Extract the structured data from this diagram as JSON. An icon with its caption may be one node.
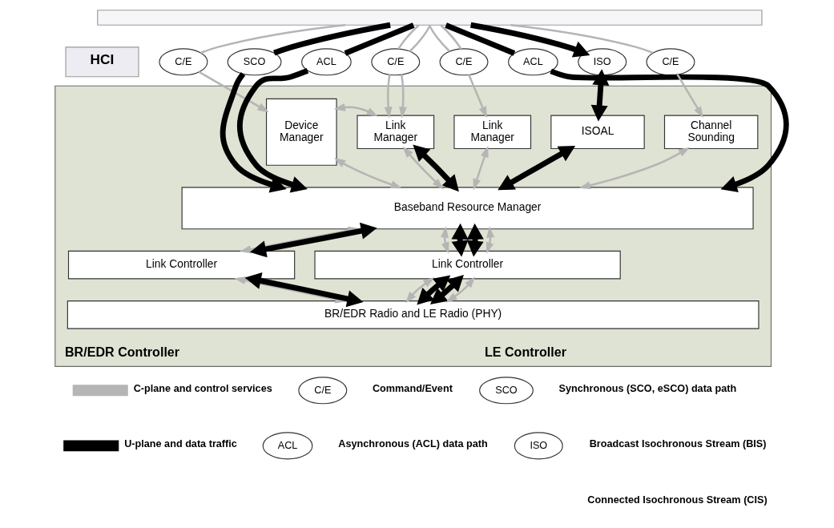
{
  "diagram": {
    "nodes": [
      {
        "text": [],
        "shape": "box"
      },
      {
        "text": [
          "HCI"
        ]
      },
      {
        "text": [
          "C/E"
        ]
      },
      {
        "text": [
          "SCO"
        ]
      },
      {
        "text": [
          "ACL"
        ]
      },
      {
        "text": [
          "C/E"
        ]
      },
      {
        "text": [
          "C/E"
        ]
      },
      {
        "text": [
          "ACL"
        ]
      },
      {
        "text": [
          "ISO"
        ]
      },
      {
        "text": [
          "C/E"
        ]
      },
      {
        "text": [
          "BR/EDR Controller",
          "LE Controller"
        ]
      },
      {
        "text": [
          "Device Manager"
        ],
        "in": 10
      },
      {
        "text": [
          "Link Manager"
        ],
        "in": 10
      },
      {
        "text": [
          "Link Manager"
        ],
        "in": 10
      },
      {
        "text": [
          "ISOAL"
        ],
        "in": 10
      },
      {
        "text": [
          "Channel Sounding"
        ],
        "in": 10
      },
      {
        "text": [
          "Baseband Resource Manager"
        ],
        "in": 10
      },
      {
        "text": [
          "Link Controller"
        ],
        "in": 10
      },
      {
        "text": [
          "Link Controller"
        ],
        "in": 10
      },
      {
        "text": [
          "BR/EDR Radio and LE Radio (PHY)"
        ],
        "in": 10
      },
      {
        "text": [
          "C/E"
        ]
      },
      {
        "text": [
          "SCO"
        ]
      },
      {
        "text": [
          "ACL"
        ]
      },
      {
        "text": [
          "ISO"
        ]
      }
    ],
    "edges": [
      {
        "from": 0,
        "to": 2,
        "arrow": "none"
      },
      {
        "from": 0,
        "to": 3,
        "arrow": "none",
        "style": "thick",
        "color": "#000000"
      },
      {
        "from": 0,
        "to": 4,
        "arrow": "none",
        "style": "thick",
        "color": "#000000"
      },
      {
        "from": 0,
        "to": 5,
        "arrow": "none"
      },
      {
        "from": 0,
        "to": 5,
        "arrow": "none"
      },
      {
        "from": 0,
        "to": 6,
        "arrow": "none"
      },
      {
        "from": 0,
        "to": 6,
        "arrow": "none"
      },
      {
        "from": 0,
        "to": 7,
        "arrow": "none",
        "style": "thick",
        "color": "#000000"
      },
      {
        "from": 0,
        "to": 8,
        "arrow": "to",
        "style": "thick",
        "color": "#000000"
      },
      {
        "from": 0,
        "to": 9,
        "arrow": "none"
      },
      {
        "from": 2,
        "to": 11,
        "arrow": "to"
      },
      {
        "from": 3,
        "to": 16,
        "arrow": "to",
        "style": "thick",
        "color": "#000000"
      },
      {
        "from": 4,
        "to": 16,
        "arrow": "to",
        "style": "thick",
        "color": "#000000"
      },
      {
        "from": 5,
        "to": 12,
        "arrow": "to"
      },
      {
        "from": 5,
        "to": 12,
        "arrow": "to"
      },
      {
        "from": 6,
        "to": 13,
        "arrow": "to"
      },
      {
        "from": 7,
        "to": 16,
        "arrow": "to",
        "style": "thick",
        "color": "#000000"
      },
      {
        "from": 8,
        "to": 14,
        "arrow": "both",
        "style": "thick",
        "color": "#000000"
      },
      {
        "from": 9,
        "to": 15,
        "arrow": "to"
      },
      {
        "from": 11,
        "to": 12,
        "arrow": "both"
      },
      {
        "from": 11,
        "to": 16,
        "arrow": "both"
      },
      {
        "from": 12,
        "to": 16,
        "arrow": "both"
      },
      {
        "from": 12,
        "to": 16,
        "arrow": "both",
        "style": "thick",
        "color": "#000000"
      },
      {
        "from": 13,
        "to": 16,
        "arrow": "both"
      },
      {
        "from": 14,
        "to": 16,
        "arrow": "both",
        "style": "thick",
        "color": "#000000"
      },
      {
        "from": 15,
        "to": 16,
        "arrow": "both"
      },
      {
        "from": 16,
        "to": 17,
        "arrow": "both"
      },
      {
        "from": 16,
        "to": 17,
        "arrow": "both",
        "style": "thick",
        "color": "#000000"
      },
      {
        "from": 16,
        "to": 18,
        "arrow": "both"
      },
      {
        "from": 16,
        "to": 18,
        "arrow": "both",
        "style": "thick",
        "color": "#000000"
      },
      {
        "from": 16,
        "to": 18,
        "arrow": "both",
        "style": "thick",
        "color": "#000000"
      },
      {
        "from": 16,
        "to": 18,
        "arrow": "both"
      },
      {
        "from": 17,
        "to": 19,
        "arrow": "both"
      },
      {
        "from": 17,
        "to": 19,
        "arrow": "both",
        "style": "thick",
        "color": "#000000"
      },
      {
        "from": 18,
        "to": 19,
        "arrow": "both"
      },
      {
        "from": 18,
        "to": 19,
        "arrow": "both",
        "style": "thick",
        "color": "#000000"
      },
      {
        "from": 18,
        "to": 19,
        "arrow": "both",
        "style": "thick",
        "color": "#000000"
      },
      {
        "from": 18,
        "to": 19,
        "arrow": "both"
      }
    ],
    "legend": [
      {
        "text": "C-plane and control services"
      },
      {
        "text": "Command/Event"
      },
      {
        "text": "Synchronous (SCO, eSCO) data path"
      },
      {
        "text": "U-plane and data traffic"
      },
      {
        "text": "Asynchronous (ACL) data path"
      },
      {
        "text": "Broadcast Isochronous Stream (BIS)"
      },
      {
        "text": "Connected Isochronous Stream (CIS)"
      }
    ]
  }
}
